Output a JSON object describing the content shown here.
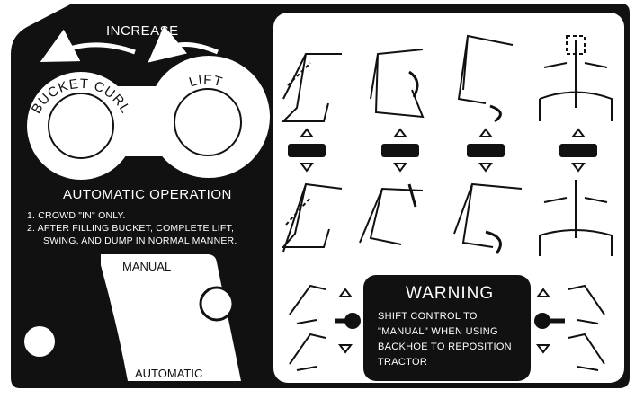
{
  "control": {
    "increase_label": "INCREASE",
    "bucket_curl_label": "BUCKET CURL",
    "lift_label": "LIFT"
  },
  "automatic": {
    "heading": "AUTOMATIC OPERATION",
    "steps": [
      "1. CROWD \"IN\" ONLY.",
      "2. AFTER FILLING BUCKET, COMPLETE LIFT,",
      "SWING, AND DUMP IN NORMAL MANNER."
    ]
  },
  "mode": {
    "manual_label": "MANUAL",
    "automatic_label": "AUTOMATIC"
  },
  "warning": {
    "title": "WARNING",
    "lines": [
      "SHIFT CONTROL TO",
      "\"MANUAL\" WHEN USING",
      "BACKHOE TO REPOSITION",
      "TRACTOR"
    ]
  },
  "colors": {
    "plate": "#111111",
    "panel": "#ffffff"
  }
}
